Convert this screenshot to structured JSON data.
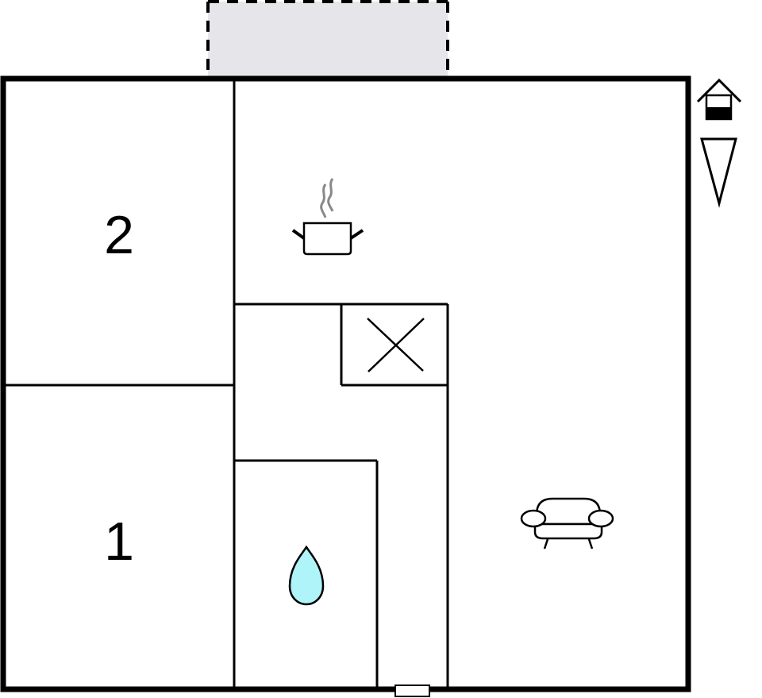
{
  "diagram": {
    "type": "floor-plan",
    "rooms": [
      {
        "id": "bedroom-2",
        "label": "2"
      },
      {
        "id": "bedroom-1",
        "label": "1"
      },
      {
        "id": "kitchen-living",
        "icons": [
          "cooking-pot-icon",
          "sofa-icon"
        ]
      },
      {
        "id": "bathroom",
        "icons": [
          "water-drop-icon"
        ]
      },
      {
        "id": "technical-room",
        "icons": [
          "cross-icon"
        ]
      },
      {
        "id": "hallway"
      }
    ],
    "exterior": {
      "terrace": "dashed-grey-area",
      "entrance": "door-marker-bottom"
    },
    "legend": {
      "house_icon": "house-entrance-icon",
      "orientation": "north-triangle-icon"
    },
    "colors": {
      "wall": "#000000",
      "terrace_fill": "#e6e6ea",
      "water_fill": "#aef4f8",
      "steam": "#888888",
      "background": "#ffffff"
    }
  }
}
